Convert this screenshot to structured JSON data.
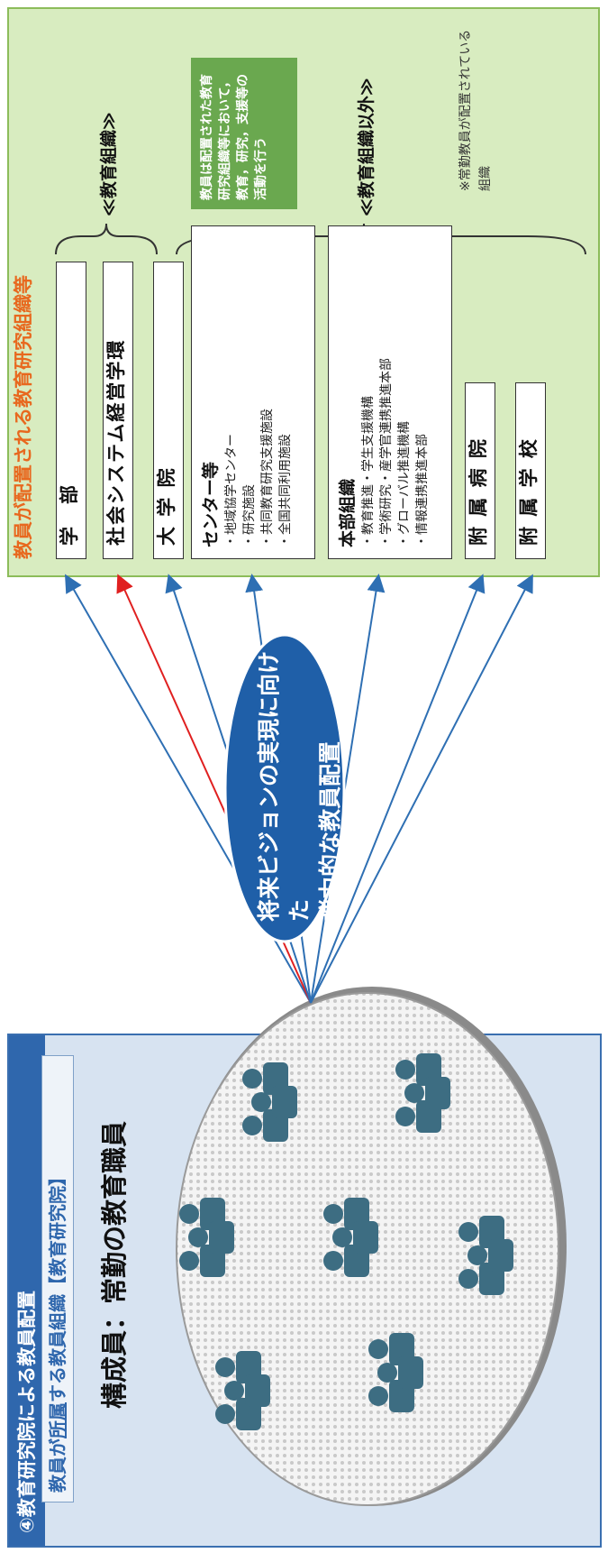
{
  "left_panel": {
    "header": "④教育研究院による教員配置",
    "subheader_prefix": "教員が",
    "subheader_underlined": "所属",
    "subheader_suffix": "する教員組織【教育研究院】",
    "members_label": "構成員：常勤の教育職員"
  },
  "center": {
    "line1": "将来ビジョンの実現に向けた",
    "line2": "弾力的な教員配置"
  },
  "right_panel": {
    "title": "教員が配置される教育研究組織等",
    "orgs": [
      {
        "label": "学　部"
      },
      {
        "label": "社会システム経営学環"
      },
      {
        "label": "大 学 院"
      },
      {
        "title": "センター等",
        "items": [
          "・地域協学センター",
          "・研究施設",
          "・共同教育研究支援施設",
          "・全国共同利用施設"
        ]
      },
      {
        "title": "本部組織",
        "items": [
          "・教育推進・学生支援機構",
          "・学術研究・産学官連携推進本部",
          "・グローバル推進機構",
          "・情報連携推進本部"
        ]
      },
      {
        "label": "附 属 病 院"
      },
      {
        "label": "附 属 学 校"
      }
    ],
    "group_education": "≪教育組織≫",
    "group_other": "≪教育組織以外≫",
    "green_note": "教員は配置された教育研究組織等において，教育，研究，支援等の活動を行う",
    "footnote": "※常勤教員が配置されている組織"
  },
  "colors": {
    "left_header_bg": "#2f67ad",
    "right_panel_bg": "#d8ecc0",
    "title_orange": "#e8681e",
    "ellipse": "#1f5fa8",
    "red_arrow": "#e02020",
    "blue_arrow": "#2e6fb3",
    "note_green": "#6aa84f"
  },
  "icons": [
    "person-group-icon",
    "arrow-icon"
  ]
}
